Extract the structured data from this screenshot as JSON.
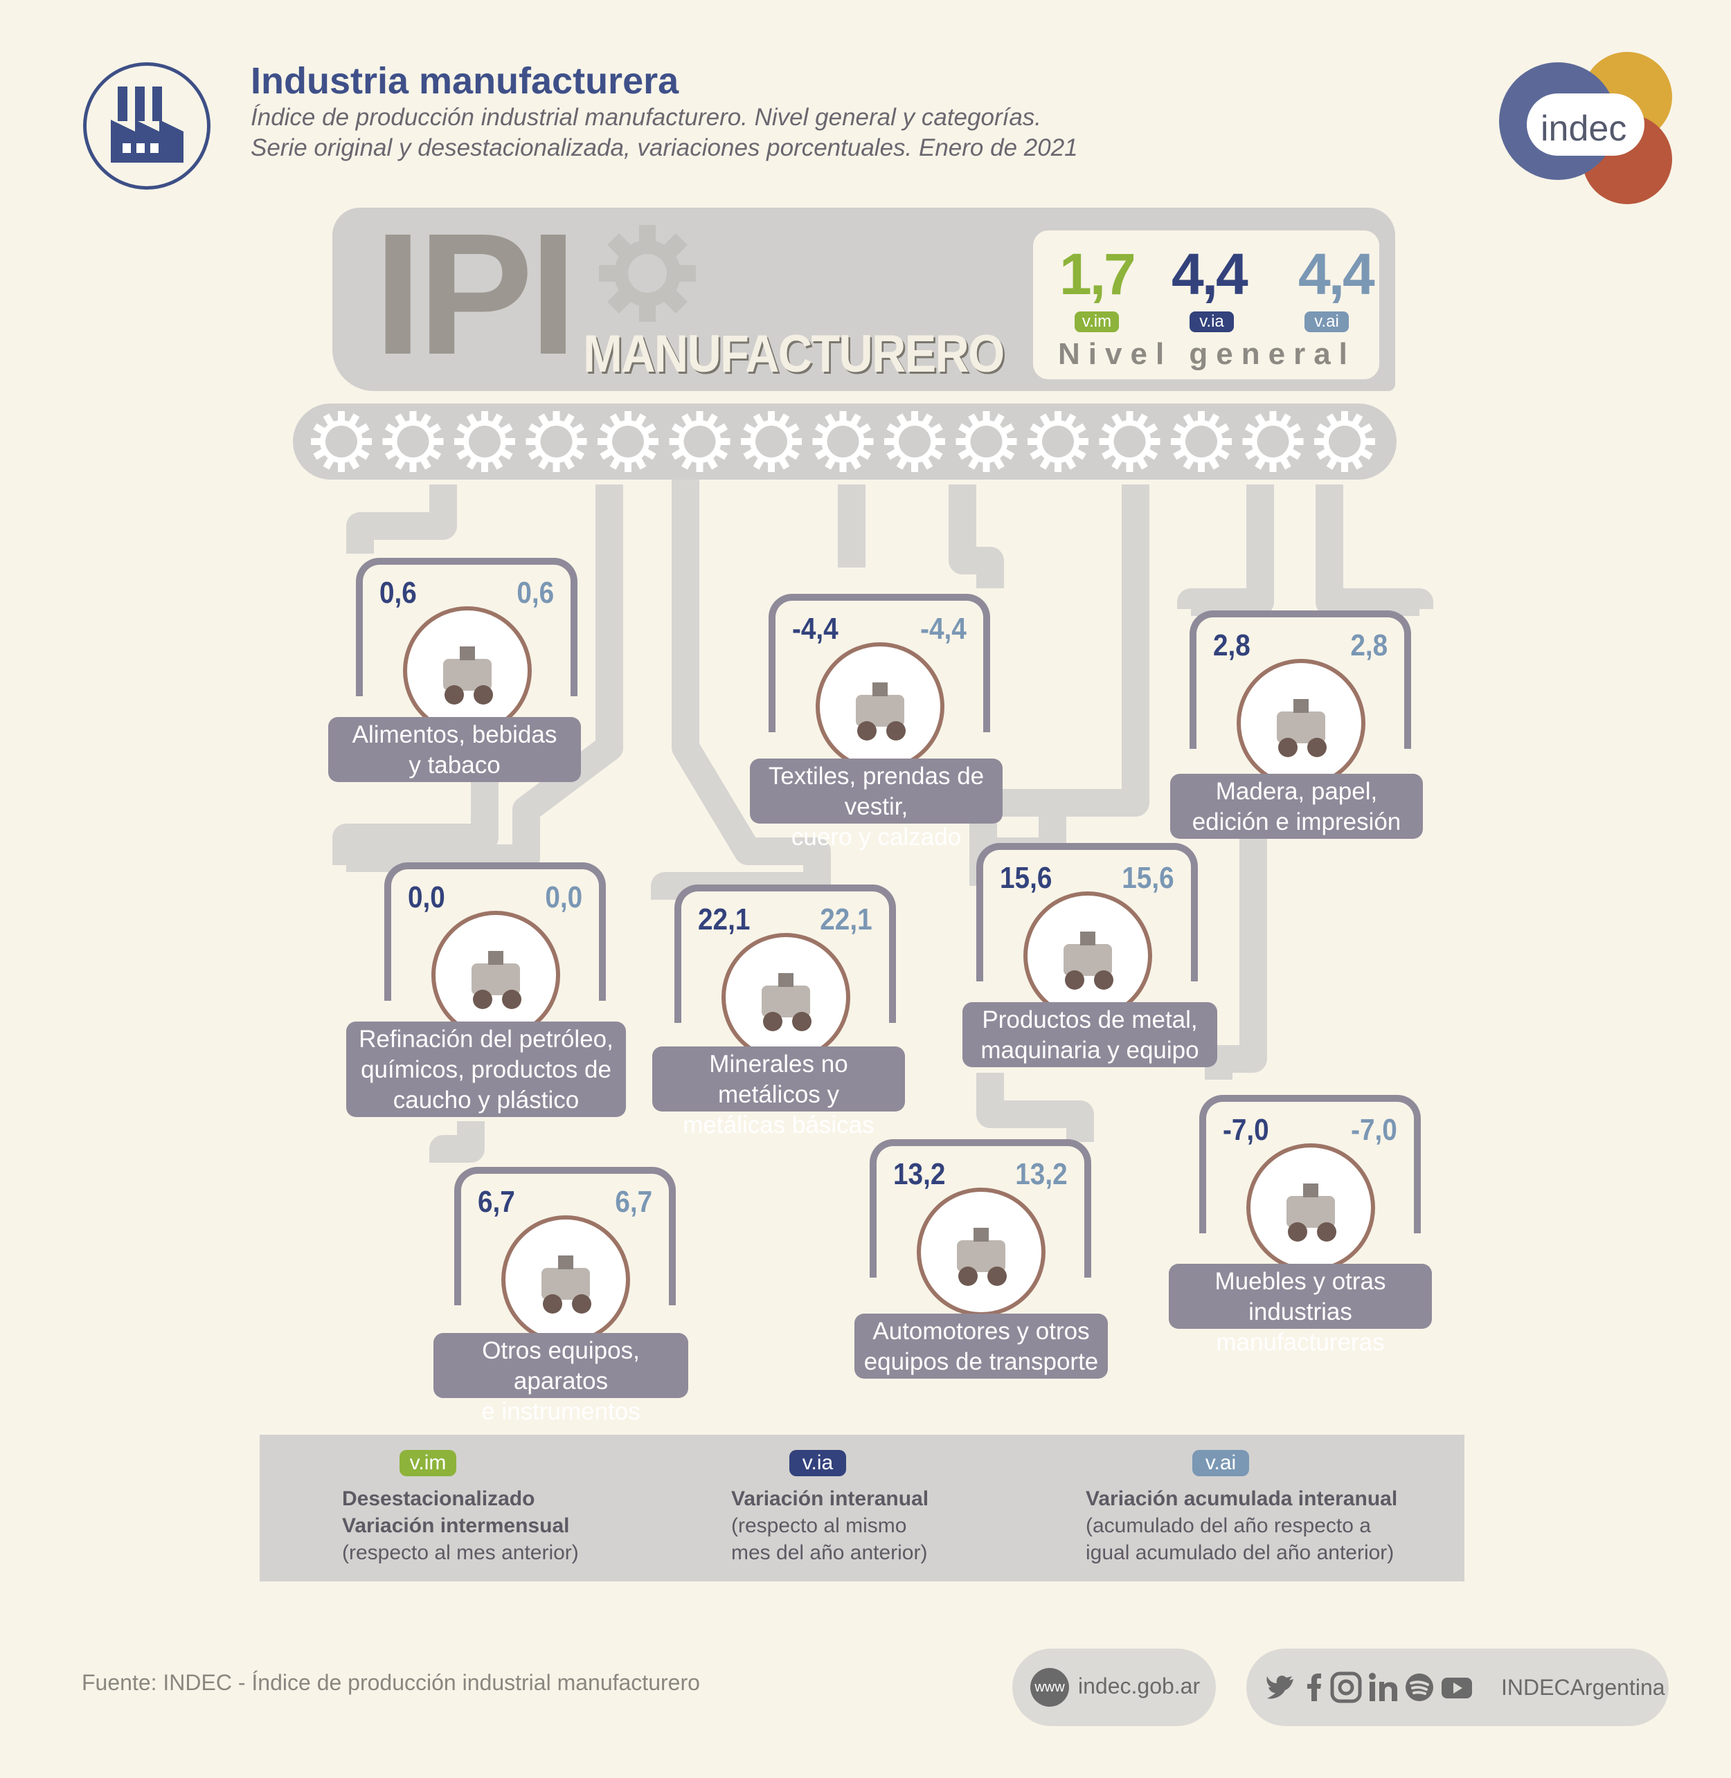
{
  "header": {
    "title": "Industria manufacturera",
    "subtitle_1": "Índice de producción industrial manufacturero. Nivel general y categorías.",
    "subtitle_2": "Serie original y desestacionalizada, variaciones porcentuales. Enero de 2021",
    "brand": "indec"
  },
  "banner": {
    "ipi": "IPI",
    "manufacturero": "MANUFACTURERO",
    "nivel_general": {
      "label": "Nivel general",
      "vim": "1,7",
      "via": "4,4",
      "vai": "4,4",
      "tag_vim": "v.im",
      "tag_via": "v.ia",
      "tag_vai": "v.ai"
    }
  },
  "colors": {
    "vim": "#8db33b",
    "via": "#33427c",
    "vai": "#7a97b4",
    "title": "#3f5089",
    "card": "#8f8a99"
  },
  "categories": [
    {
      "label_1": "Alimentos, bebidas",
      "label_2": "y tabaco",
      "via": "0,6",
      "vai": "0,6",
      "icon": "bottle-bread-icon"
    },
    {
      "label_1": "Textiles, prendas de vestir,",
      "label_2": "cuero y calzado",
      "via": "-4,4",
      "vai": "-4,4",
      "icon": "fabric-shorts-icon"
    },
    {
      "label_1": "Madera, papel,",
      "label_2": "edición e impresión",
      "via": "2,8",
      "vai": "2,8",
      "icon": "paper-roll-wood-icon"
    },
    {
      "label_1": "Refinación del petróleo,",
      "label_2": "químicos, productos de",
      "label_3": "caucho y plástico",
      "via": "0,0",
      "vai": "0,0",
      "icon": "refinery-tires-icon"
    },
    {
      "label_1": "Minerales no metálicos y",
      "label_2": "metálicas básicas",
      "via": "22,1",
      "vai": "22,1",
      "icon": "cement-mixer-icon"
    },
    {
      "label_1": "Productos de metal,",
      "label_2": "maquinaria y equipo",
      "via": "15,6",
      "vai": "15,6",
      "icon": "tractor-icon"
    },
    {
      "label_1": "Otros equipos, aparatos",
      "label_2": "e instrumentos",
      "via": "6,7",
      "vai": "6,7",
      "icon": "laptop-phone-icon"
    },
    {
      "label_1": "Automotores y otros",
      "label_2": "equipos de transporte",
      "via": "13,2",
      "vai": "13,2",
      "icon": "car-motorcycle-icon"
    },
    {
      "label_1": "Muebles y otras industrias",
      "label_2": "manufactureras",
      "via": "-7,0",
      "vai": "-7,0",
      "icon": "nightstand-icon"
    }
  ],
  "legend": {
    "vim": {
      "tag": "v.im",
      "line_1": "Desestacionalizado",
      "line_2": "Variación intermensual",
      "line_3": "(respecto al mes anterior)"
    },
    "via": {
      "tag": "v.ia",
      "line_1": "Variación interanual",
      "line_2": "(respecto al mismo",
      "line_3": "mes del año anterior)"
    },
    "vai": {
      "tag": "v.ai",
      "line_1": "Variación acumulada interanual",
      "line_2": "(acumulado del año respecto a",
      "line_3": "igual acumulado del año anterior)"
    }
  },
  "footer": {
    "source": "Fuente: INDEC - Índice de producción industrial manufacturero",
    "www_badge": "www",
    "website": "indec.gob.ar",
    "social_handle": "INDECArgentina"
  }
}
